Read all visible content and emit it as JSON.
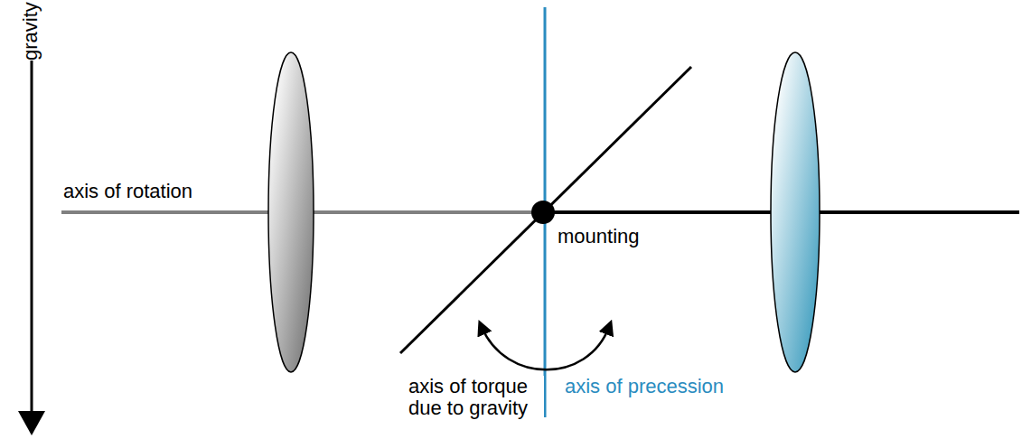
{
  "diagram": {
    "labels": [
      "gravity",
      "axis of rotation",
      "mounting",
      "axis of torque due to gravity",
      "axis of precession"
    ]
  }
}
